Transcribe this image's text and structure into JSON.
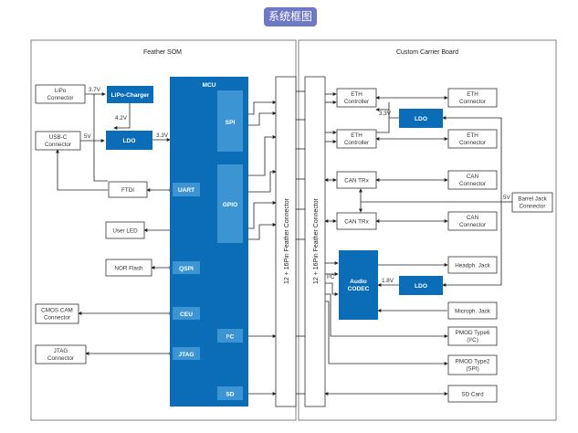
{
  "title": "系统框图",
  "colors": {
    "block_blue": "#0b6db8",
    "sub_block_blue": "#3d94d3",
    "title_tag": "#6f78c4",
    "line": "#222222"
  },
  "feather_som": {
    "title": "Feather SOM",
    "lipo_connector": [
      "LiPo",
      "Connector"
    ],
    "lipo_charger": "LiPo-Charger",
    "usbc_connector": [
      "USB-C",
      "Connector"
    ],
    "ldo": "LDO",
    "ftdi": "FTDI",
    "user_led": "User LED",
    "nor_flash": "NOR Flash",
    "cmos_cam": [
      "CMOS CAM",
      "Connector"
    ],
    "jtag_connector": [
      "JTAG",
      "Connector"
    ],
    "v37": "3.7V",
    "v42": "4.2V",
    "v5": "5V",
    "v33": "3.3V"
  },
  "mcu": {
    "title": "MCU",
    "spi": "SPI",
    "gpio": "GPIO",
    "uart": "UART",
    "qspi": "QSPI",
    "ceu": "CEU",
    "jtag": "JTAG",
    "i2c": "I²C",
    "sd": "SD"
  },
  "connectors": {
    "left": "12 + 16Pin Feather Connector",
    "right": "12 + 16Pin Feather Connector"
  },
  "carrier": {
    "title": "Custom Carrier Board",
    "eth_controller": [
      "ETH",
      "Controller"
    ],
    "eth_connector": [
      "ETH",
      "Connector"
    ],
    "ldo": "LDO",
    "can_trx": "CAN TRx",
    "can_connector": [
      "CAN",
      "Connector"
    ],
    "barrel_jack": [
      "Barrel Jack",
      "Connector"
    ],
    "audio_codec": [
      "Audio",
      "CODEC"
    ],
    "headph_jack": "Headph. Jack",
    "microph_jack": "Microph. Jack",
    "pmod_type6": [
      "PMOD Type6",
      "(I²C)"
    ],
    "pmod_type2": [
      "PMOD Type2",
      "(SPI)"
    ],
    "sd_card": "SD Card",
    "v33": "3.3V",
    "v18": "1.8V",
    "v5": "5V",
    "i2c": "I²C"
  }
}
